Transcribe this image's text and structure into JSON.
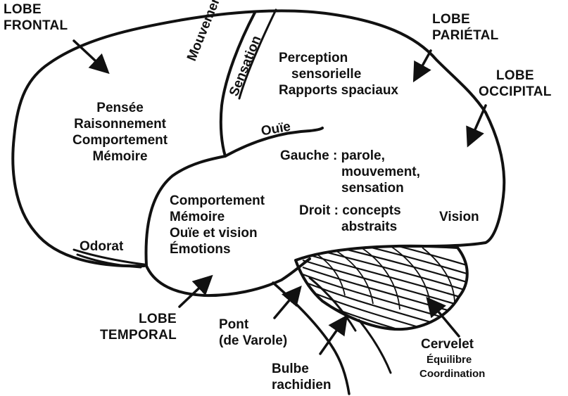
{
  "lobes": {
    "frontal": [
      "LOBE",
      "FRONTAL"
    ],
    "parietal": [
      "LOBE",
      "PARIÉTAL"
    ],
    "occipital": [
      "LOBE",
      "OCCIPITAL"
    ],
    "temporal": [
      "LOBE",
      "TEMPORAL"
    ]
  },
  "frontal_functions": [
    "Pensée",
    "Raisonnement",
    "Comportement",
    "Mémoire"
  ],
  "motor_strip": {
    "movement": "Mouvement",
    "sensation": "Sensation"
  },
  "parietal_functions": [
    "Perception",
    "sensorielle",
    "Rapports spaciaux"
  ],
  "hearing": "Ouïe",
  "left_side": {
    "label": "Gauche :",
    "items": [
      "parole,",
      "mouvement,",
      "sensation"
    ]
  },
  "right_side": {
    "label": "Droit :",
    "items": [
      "concepts",
      "abstraits"
    ]
  },
  "vision": "Vision",
  "temporal_functions": [
    "Comportement",
    "Mémoire",
    "Ouïe et vision",
    "Émotions"
  ],
  "smell": "Odorat",
  "pons": [
    "Pont",
    "(de Varole)"
  ],
  "medulla": [
    "Bulbe",
    "rachidien"
  ],
  "cerebellum": {
    "title": "Cervelet",
    "functions": [
      "Équilibre",
      "Coordination"
    ]
  },
  "colors": {
    "ink": "#111111",
    "background": "#ffffff"
  }
}
